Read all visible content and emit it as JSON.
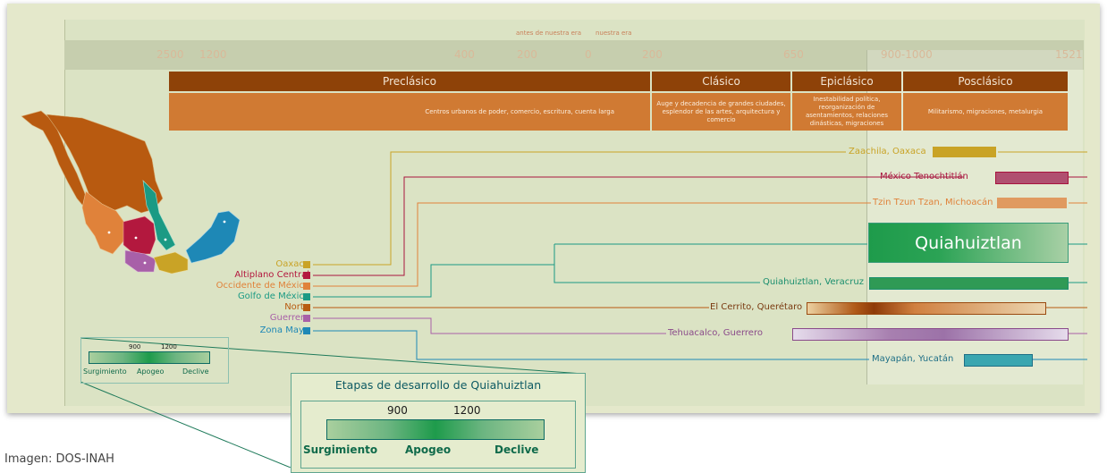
{
  "timeline": {
    "era_labels": [
      "antes de nuestra era",
      "nuestra era"
    ],
    "years": [
      "2500",
      "1200",
      "400",
      "200",
      "0",
      "200",
      "650",
      "900-1000",
      "1521"
    ]
  },
  "periods": [
    {
      "name": "Preclásico",
      "desc": "Centros urbanos de poder, comercio, escritura, cuenta larga"
    },
    {
      "name": "Clásico",
      "desc": "Auge y decadencia de grandes ciudades, esplendor de las artes, arquitectura y comercio"
    },
    {
      "name": "Epiclásico",
      "desc": "Inestabilidad política, reorganización de asentamientos, relaciones dinásticas, migraciones"
    },
    {
      "name": "Posclásico",
      "desc": "Militarismo, migraciones, metalurgia"
    }
  ],
  "regions": [
    {
      "name": "Oaxaca",
      "color": "#c9a326"
    },
    {
      "name": "Altiplano Central",
      "color": "#b3183e"
    },
    {
      "name": "Occidente de México",
      "color": "#e0823a"
    },
    {
      "name": "Golfo de México",
      "color": "#1b9a84"
    },
    {
      "name": "Norte",
      "color": "#b85a10"
    },
    {
      "name": "Guerrero",
      "color": "#a860a8"
    },
    {
      "name": "Zona Maya",
      "color": "#1e88b6"
    }
  ],
  "sites": [
    {
      "name": "Zaachila, Oaxaca",
      "color": "#c9a326"
    },
    {
      "name": "México Tenochtitlán",
      "color": "#a8143e"
    },
    {
      "name": "Tzin Tzun Tzan, Michoacán",
      "color": "#e0823a"
    },
    {
      "name": "Quiahuiztlan, Veracruz",
      "color": "#1b8f6e"
    },
    {
      "name": "El Cerrito, Querétaro",
      "color": "#9a4a10"
    },
    {
      "name": "Tehuacalco, Guerrero",
      "color": "#8a4a8a"
    },
    {
      "name": "Mayapán, Yucatán",
      "color": "#1e6f86"
    }
  ],
  "highlight": {
    "label": "Quiahuiztlan"
  },
  "legend": {
    "title": "Etapas de desarrollo de Quiahuiztlan",
    "years": [
      "900",
      "1200"
    ],
    "stages": [
      "Surgimiento",
      "Apogeo",
      "Declive"
    ]
  },
  "credit": "Imagen: DOS-INAH"
}
